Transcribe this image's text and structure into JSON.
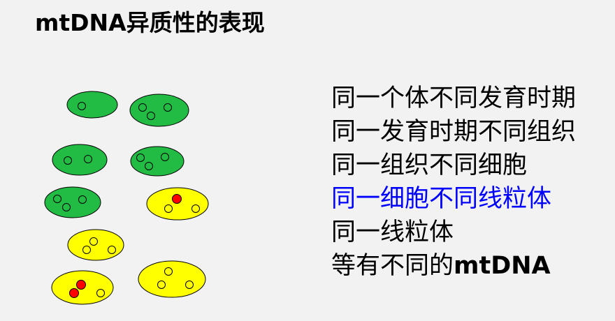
{
  "title": "mtDNA异质性的表现",
  "lines": [
    {
      "text": "同一个体不同发育时期",
      "highlight": false
    },
    {
      "text": "同一发育时期不同组织",
      "highlight": false
    },
    {
      "text": "同一组织不同细胞",
      "highlight": false
    },
    {
      "text": "同一细胞不同线粒体",
      "highlight": true
    },
    {
      "text": "同一线粒体",
      "highlight": false
    },
    {
      "text": "等有不同的",
      "highlight": false,
      "bold_suffix": "mtDNA"
    }
  ],
  "colors": {
    "background": "#f2f2f2",
    "green_mito": "#22bb44",
    "yellow_mito": "#ffff00",
    "red_mtdna": "#ff0000",
    "highlight_text": "#0000ff"
  },
  "mitochondria": [
    {
      "type": "green",
      "mutant": 0,
      "normal": 1
    },
    {
      "type": "green",
      "mutant": 0,
      "normal": 3
    },
    {
      "type": "green",
      "mutant": 0,
      "normal": 2
    },
    {
      "type": "green",
      "mutant": 0,
      "normal": 3
    },
    {
      "type": "green",
      "mutant": 0,
      "normal": 3
    },
    {
      "type": "yellow",
      "mutant": 1,
      "normal": 2
    },
    {
      "type": "yellow",
      "mutant": 0,
      "normal": 3
    },
    {
      "type": "yellow",
      "mutant": 2,
      "normal": 1
    },
    {
      "type": "yellow",
      "mutant": 0,
      "normal": 3
    }
  ]
}
